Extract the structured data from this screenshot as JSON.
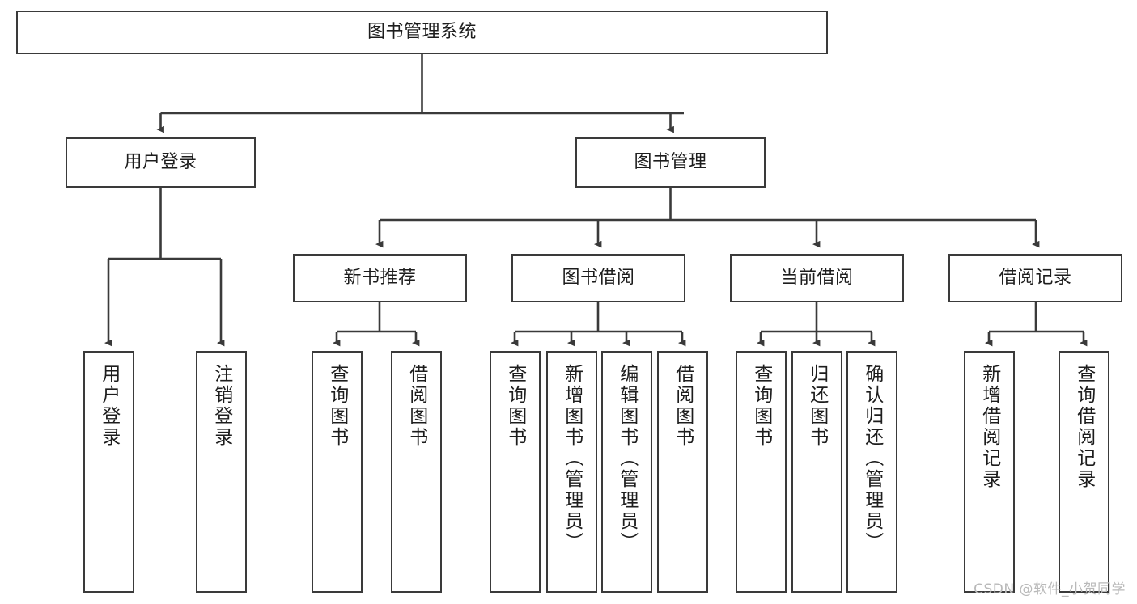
{
  "diagram": {
    "title": "图书管理系统",
    "watermark": "CSDN @软件_小贺同学",
    "colors": {
      "box_border": "#3a3a3a",
      "box_fill": "#ffffff",
      "connector": "#3a3a3a",
      "text": "#1d1d1d",
      "watermark": "#b9b9b9",
      "background": "#ffffff"
    },
    "root": {
      "label": "图书管理系统"
    },
    "level2": [
      {
        "label": "用户登录"
      },
      {
        "label": "图书管理"
      }
    ],
    "level3": [
      {
        "label": "新书推荐"
      },
      {
        "label": "图书借阅"
      },
      {
        "label": "当前借阅"
      },
      {
        "label": "借阅记录"
      }
    ],
    "leaves": {
      "user_login": [
        {
          "label": "用户登录"
        },
        {
          "label": "注销登录"
        }
      ],
      "new_book_recommend": [
        {
          "label": "查询图书"
        },
        {
          "label": "借阅图书"
        }
      ],
      "book_borrow": [
        {
          "label": "查询图书"
        },
        {
          "label": "新增图书（管理员）"
        },
        {
          "label": "编辑图书（管理员）"
        },
        {
          "label": "借阅图书"
        }
      ],
      "current_borrow": [
        {
          "label": "查询图书"
        },
        {
          "label": "归还图书"
        },
        {
          "label": "确认归还（管理员）"
        }
      ],
      "borrow_record": [
        {
          "label": "新增借阅记录"
        },
        {
          "label": "查询借阅记录"
        }
      ]
    }
  }
}
